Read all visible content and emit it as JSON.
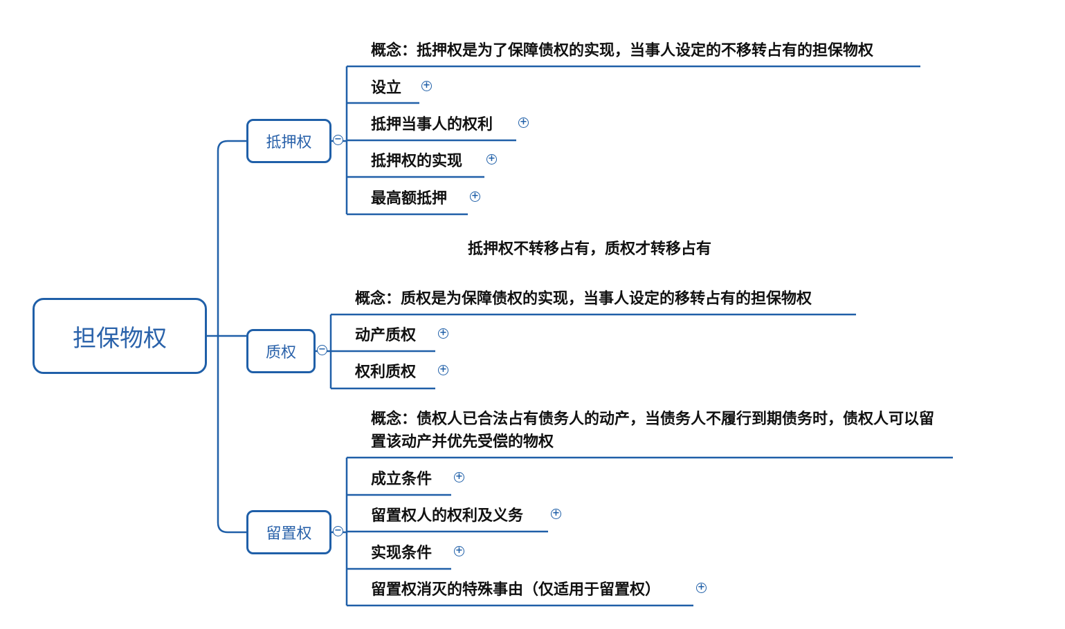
{
  "root": {
    "label": "担保物权"
  },
  "note": "抵押权不转移占有，质权才转移占有",
  "branches": [
    {
      "label": "抵押权",
      "concept": "概念：抵押权是为了保障债权的实现，当事人设定的不移转占有的担保物权",
      "children": [
        "设立",
        "抵押当事人的权利",
        "抵押权的实现",
        "最高额抵押"
      ]
    },
    {
      "label": "质权",
      "concept": "概念：质权是为保障债权的实现，当事人设定的移转占有的担保物权",
      "children": [
        "动产质权",
        "权利质权"
      ]
    },
    {
      "label": "留置权",
      "concept": "概念：债权人已合法占有债务人的动产，当债务人不履行到期债务时，债权人可以留置该动产并优先受偿的物权",
      "children": [
        "成立条件",
        "留置权人的权利及义务",
        "实现条件",
        "留置权消灭的特殊事由（仅适用于留置权）"
      ]
    }
  ],
  "colors": {
    "line": "#1f5fa8",
    "box_text": "#2a62aa",
    "text": "#111111"
  },
  "icons": {
    "expand": "plus-circle-icon",
    "collapse": "minus-circle-icon"
  }
}
